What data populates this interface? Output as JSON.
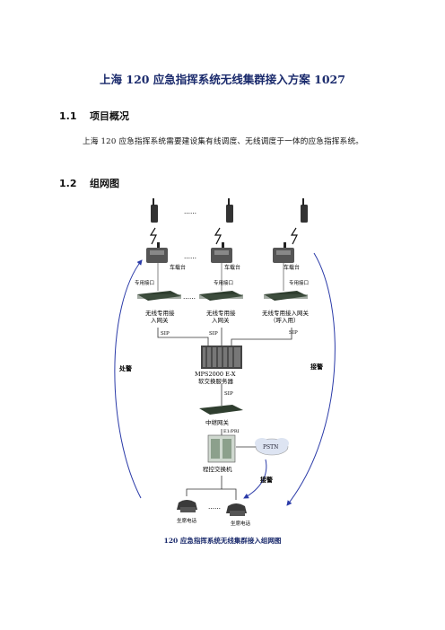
{
  "title": "上海 120 应急指挥系统无线集群接入方案 1027",
  "sections": [
    {
      "num": "1.1",
      "heading": "项目概况"
    },
    {
      "num": "1.2",
      "heading": "组网图"
    }
  ],
  "overview_text": "上海 120 应急指挥系统需要建设集有线调度、无线调度于一体的应急指挥系统。",
  "diagram": {
    "dots": "……",
    "vehicle_label_1": "车载台",
    "vehicle_label_2": "车载台",
    "vehicle_label_3": "车载台",
    "port_label_1": "专用接口",
    "port_label_2": "专用接口",
    "port_label_3": "专用接口",
    "gw_label_1": "无线专用接\n入网关",
    "gw_label_2": "无线专用接\n入网关",
    "gw_label_3": "无线专用接入网关\n（呼入用）",
    "sip_1": "SIP",
    "sip_2": "SIP",
    "sip_3": "SIP",
    "sip_4": "SIP",
    "server_label": "MPS2000 E-X\n软交换服务器",
    "relay_label": "中继网关",
    "e1": "E1/PRI",
    "pstn": "PSTN",
    "exchange_label": "程控交换机",
    "phone_label_1": "坐席电话",
    "phone_label_2": "坐席电话",
    "left_arrow_label": "处警",
    "right_arrow_label": "接警",
    "bottom_arrow_label": "接警"
  },
  "caption": "120 应急指挥系统无线集群接入组网图"
}
